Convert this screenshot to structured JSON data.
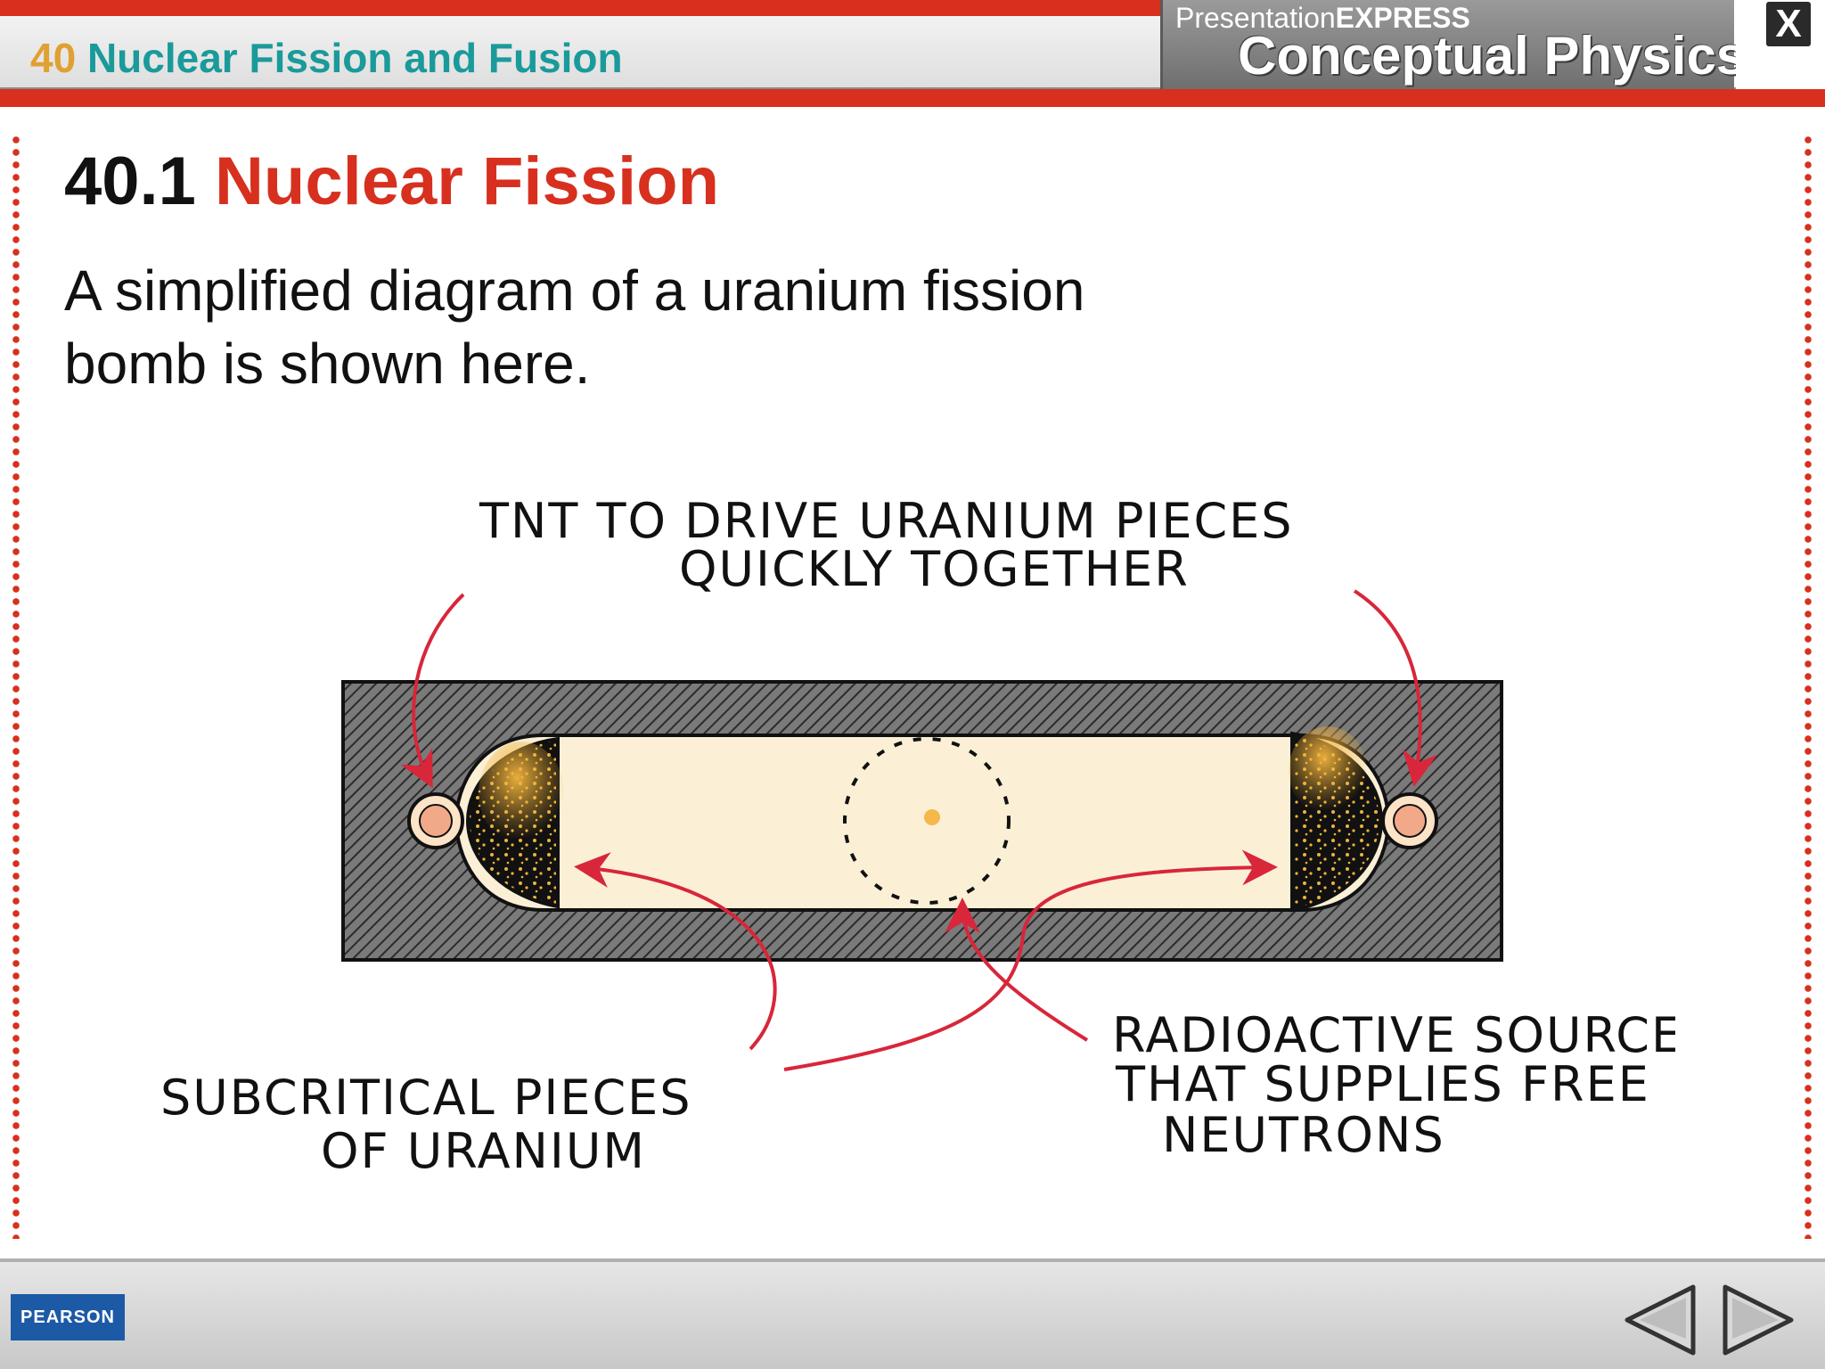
{
  "header": {
    "chapter_number": "40",
    "chapter_title": "Nuclear Fission and Fusion",
    "brand_small_prefix": "Presentation",
    "brand_small_bold": "EXPRESS",
    "brand_large": "Conceptual Physics",
    "close_label": "X"
  },
  "slide": {
    "section_number": "40.1",
    "section_title": "Nuclear Fission",
    "body": "A simplified diagram of a uranium fission bomb is shown here."
  },
  "diagram": {
    "tnt_label_line1": "TNT  TO  DRIVE  URANIUM  PIECES",
    "tnt_label_line2": "QUICKLY  TOGETHER",
    "subcritical_label_line1": "SUBCRITICAL  PIECES",
    "subcritical_label_line2": "OF  URANIUM",
    "source_label_line1": "RADIOACTIVE  SOURCE",
    "source_label_line2": "THAT  SUPPLIES  FREE",
    "source_label_line3": "NEUTRONS",
    "colors": {
      "casing": "#5f5f5f",
      "chamber": "#fbf0d6",
      "uranium_dark": "#111111",
      "uranium_light": "#f0b23a",
      "tnt": "#f2a98a",
      "arrow": "#d8263a"
    }
  },
  "footer": {
    "publisher_logo": "PEARSON",
    "prev_icon": "triangle-left-icon",
    "next_icon": "triangle-right-icon"
  },
  "theme": {
    "accent_red": "#d7301f",
    "teal": "#1a9a9a",
    "orange": "#e0a033"
  }
}
